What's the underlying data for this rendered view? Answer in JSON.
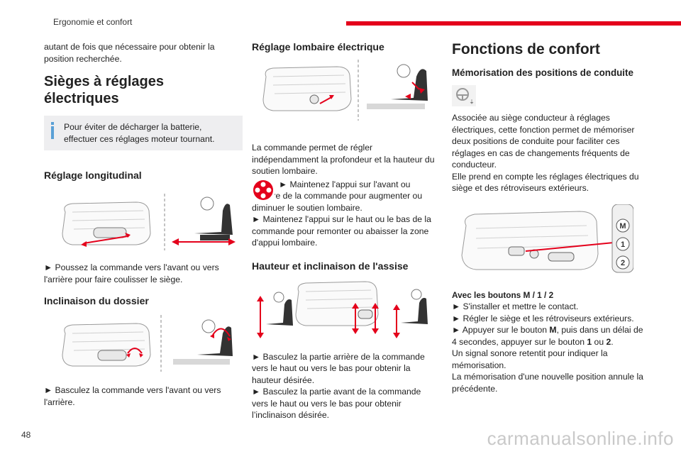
{
  "header": {
    "section": "Ergonomie et confort"
  },
  "page_number": "48",
  "watermark": "carmanualsonline.info",
  "col1": {
    "intro": "autant de fois que nécessaire pour obtenir la position recherchée.",
    "title": "Sièges à réglages électriques",
    "note": "Pour éviter de décharger la batterie, effectuer ces réglages moteur tournant.",
    "long_title": "Réglage longitudinal",
    "long_text": "► Poussez la commande vers l'avant ou vers l'arrière pour faire coulisser le siège.",
    "back_title": "Inclinaison du dossier",
    "back_text": "► Basculez la commande vers l'avant ou vers l'arrière."
  },
  "col2": {
    "lumbar_title": "Réglage lombaire électrique",
    "lumbar_p1": "La commande permet de régler indépendamment la profondeur et la hauteur du soutien lombaire.",
    "lumbar_p2": "► Maintenez l'appui sur l'avant ou l'arrière de la commande pour augmenter ou diminuer le soutien lombaire.",
    "lumbar_p3": "► Maintenez l'appui sur le haut ou le bas de la commande pour remonter ou abaisser la zone d'appui lombaire.",
    "height_title": "Hauteur et inclinaison de l'assise",
    "height_p1": "► Basculez la partie arrière de la commande vers le haut ou vers le bas pour obtenir la hauteur désirée.",
    "height_p2": "► Basculez la partie avant de la commande vers le haut ou vers le bas pour obtenir l’inclinaison désirée."
  },
  "col3": {
    "title": "Fonctions de confort",
    "mem_title": "Mémorisation des positions de conduite",
    "mem_p1": "Associée au siège conducteur à réglages électriques, cette fonction permet de mémoriser deux positions de conduite pour faciliter ces réglages en cas de changements fréquents de conducteur.",
    "mem_p2": "Elle prend en compte les réglages électriques du siège et des rétroviseurs extérieurs.",
    "buttons_label": "Avec les boutons M / 1 / 2",
    "step1": "► S'installer et mettre le contact.",
    "step2": "► Régler le siège et les rétroviseurs extérieurs.",
    "step3_a": "► Appuyer sur le bouton ",
    "step3_m": "M",
    "step3_b": ", puis dans un délai de 4 secondes, appuyer sur le bouton ",
    "step3_1": "1",
    "step3_c": " ou ",
    "step3_2": "2",
    "step3_d": ".",
    "p_signal": "Un signal sonore retentit pour indiquer la mémorisation.",
    "p_annule": "La mémorisation d'une nouvelle position annule la précédente.",
    "btn_m": "M",
    "btn_1": "1",
    "btn_2": "2"
  },
  "colors": {
    "accent_red": "#e4001b",
    "note_bg": "#eeeef0",
    "info_blue": "#5aa0d6"
  }
}
